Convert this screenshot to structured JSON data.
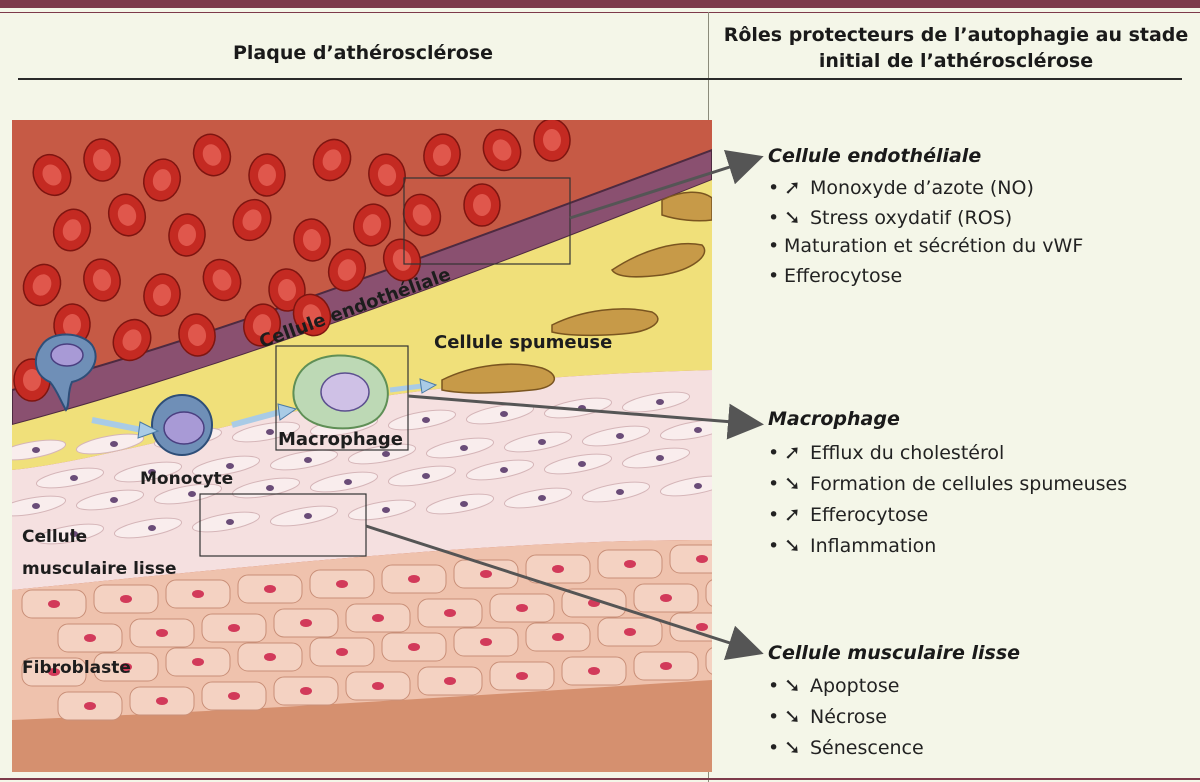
{
  "header_left": "Plaque d’athérosclérose",
  "header_right": "Rôles protecteurs de l’autophagie au stade initial de l’athérosclérose",
  "labels": {
    "endothelial": "Cellule endothéliale",
    "foam": "Cellule spumeuse",
    "macrophage": "Macrophage",
    "monocyte": "Monocyte",
    "smc_line1": "Cellule",
    "smc_line2": "musculaire lisse",
    "fibroblast": "Fibroblaste"
  },
  "panels": [
    {
      "title": "Cellule endothéliale",
      "items": [
        {
          "arrow": "up",
          "glyph": "➚",
          "text": "Monoxyde d’azote (NO)"
        },
        {
          "arrow": "down",
          "glyph": "➘",
          "text": "Stress oxydatif (ROS)"
        },
        {
          "arrow": "none",
          "glyph": "",
          "text": "Maturation et sécrétion du vWF"
        },
        {
          "arrow": "none",
          "glyph": "",
          "text": "Efferocytose"
        }
      ]
    },
    {
      "title": "Macrophage",
      "items": [
        {
          "arrow": "up",
          "glyph": "➚",
          "text": "Efflux du cholestérol"
        },
        {
          "arrow": "down",
          "glyph": "➘",
          "text": "Formation de cellules spumeuses"
        },
        {
          "arrow": "up",
          "glyph": "➚",
          "text": "Efferocytose"
        },
        {
          "arrow": "down",
          "glyph": "➘",
          "text": "Inflammation"
        }
      ]
    },
    {
      "title": "Cellule musculaire lisse",
      "items": [
        {
          "arrow": "down",
          "glyph": "➘",
          "text": "Apoptose"
        },
        {
          "arrow": "down",
          "glyph": "➘",
          "text": "Nécrose"
        },
        {
          "arrow": "down",
          "glyph": "➘",
          "text": "Sénescence"
        }
      ]
    }
  ],
  "bullet": "•",
  "colors": {
    "frame_border": "#7d3a4a",
    "background": "#f4f6e8",
    "blood": "#c65a45",
    "rbc": "#c42a22",
    "endothelium": "#8a5070",
    "lipid": "#f0e07a",
    "intima": "#f5e0e0",
    "media": "#efc2ad",
    "monocyte": "#6f8fb7",
    "macrophage": "#bdd9b5",
    "foam_cell": "#c79a48"
  }
}
